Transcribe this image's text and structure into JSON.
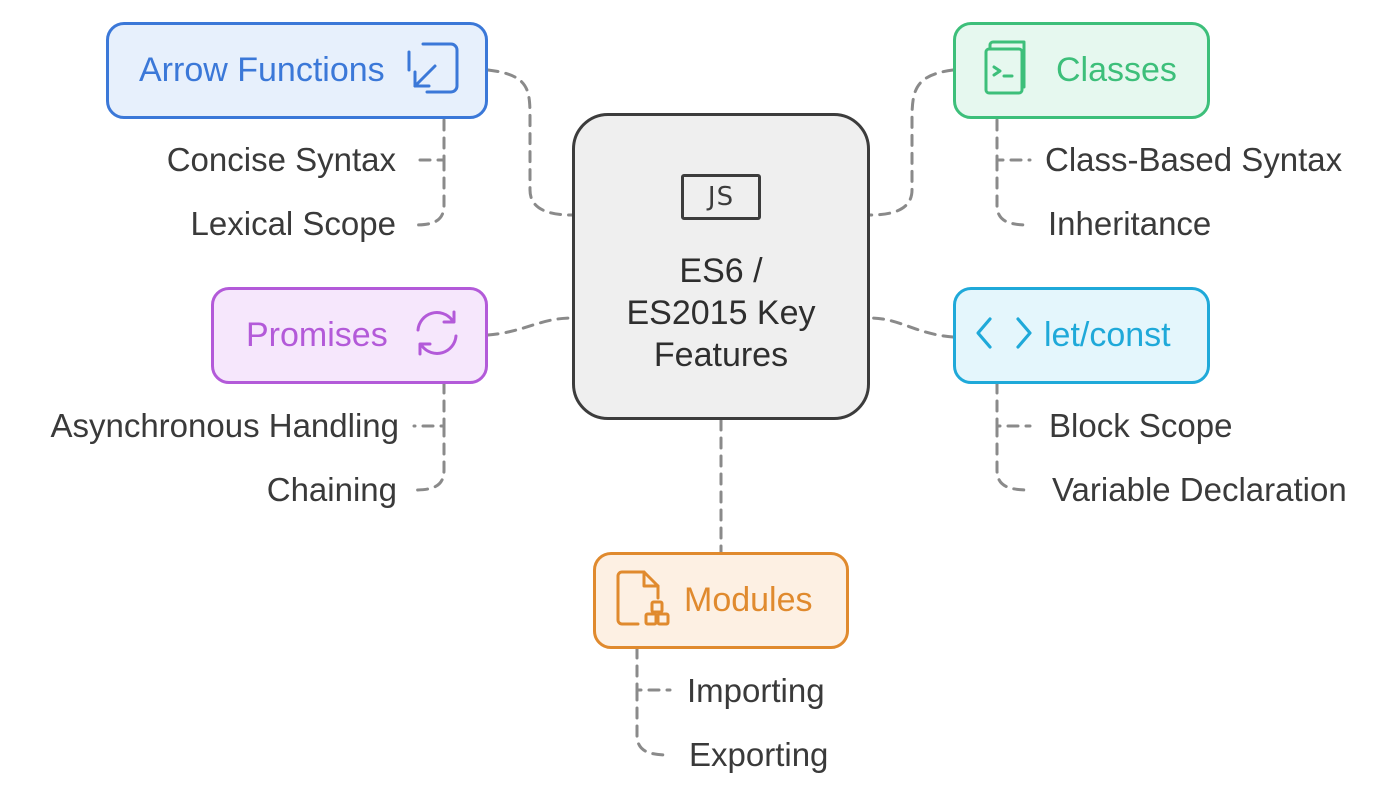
{
  "center": {
    "badge": "JS",
    "title_lines": [
      "ES6 /",
      "ES2015 Key",
      "Features"
    ]
  },
  "nodes": {
    "arrow_functions": {
      "title": "Arrow Functions",
      "icon": "resize-arrow-icon",
      "color": "#3b78d8",
      "fill": "#e7f0fc",
      "items": [
        "Concise Syntax",
        "Lexical Scope"
      ]
    },
    "classes": {
      "title": "Classes",
      "icon": "terminal-book-icon",
      "color": "#3dbf7a",
      "fill": "#e6f8ef",
      "items": [
        "Class-Based Syntax",
        "Inheritance"
      ]
    },
    "promises": {
      "title": "Promises",
      "icon": "refresh-icon",
      "color": "#b35ad9",
      "fill": "#f6e7fc",
      "items": [
        "Asynchronous Handling",
        "Chaining"
      ]
    },
    "let_const": {
      "title": "let/const",
      "icon": "code-brackets-icon",
      "color": "#1fa9d9",
      "fill": "#e4f6fc",
      "items": [
        "Block Scope",
        "Variable Declaration"
      ]
    },
    "modules": {
      "title": "Modules",
      "icon": "file-modules-icon",
      "color": "#e08a2e",
      "fill": "#fdf0e3",
      "items": [
        "Importing",
        "Exporting"
      ]
    }
  },
  "connector_color": "#8a8a8a"
}
